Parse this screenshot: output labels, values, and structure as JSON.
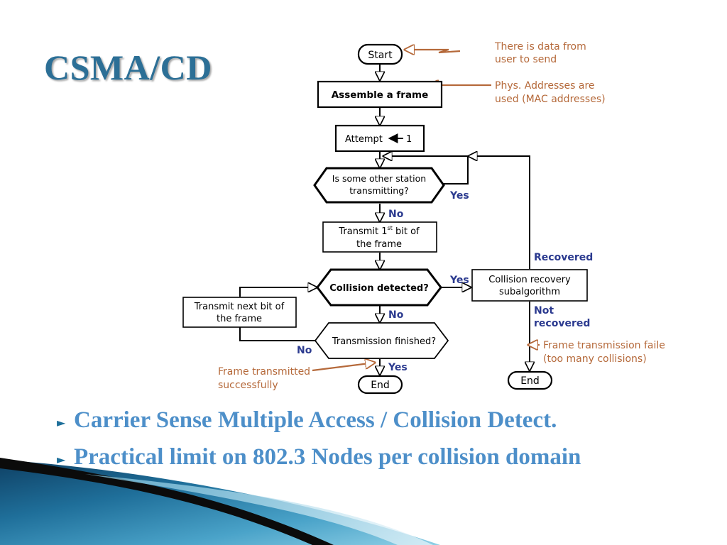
{
  "slide": {
    "title": "CSMA/CD",
    "bullets": [
      "Carrier Sense Multiple Access / Collision Detect.",
      "Practical limit on 802.3 Nodes per collision domain"
    ]
  },
  "diagram": {
    "nodes": {
      "start": "Start",
      "assemble": "Assemble a frame",
      "attempt": "Attempt",
      "attempt_value": "1",
      "carrier_q1": "Is some other station",
      "carrier_q2": "transmitting?",
      "transmit_first_a": "Transmit 1",
      "transmit_first_sup": "st",
      "transmit_first_b": " bit of",
      "transmit_first_c": "the frame",
      "collision_q": "Collision detected?",
      "recovery1": "Collision recovery",
      "recovery2": "subalgorithm",
      "next_bit1": "Transmit next bit of",
      "next_bit2": "the frame",
      "finished_q": "Transmission finished?",
      "end_success": "End",
      "end_fail": "End"
    },
    "edge_labels": {
      "yes_carrier": "Yes",
      "no_carrier": "No",
      "yes_collision": "Yes",
      "no_collision": "No",
      "no_finished": "No",
      "yes_finished": "Yes",
      "recovered": "Recovered",
      "not_recovered1": "Not",
      "not_recovered2": "recovered"
    },
    "annotations": {
      "data_1": "There is data from",
      "data_2": "user to send",
      "phys_1": "Phys. Addresses are",
      "phys_2": "used (MAC addresses)",
      "fail_1": "Frame transmission faile",
      "fail_2": "(too many collisions)",
      "success_1": "Frame transmitted",
      "success_2": "successfully"
    },
    "colors": {
      "annotation": "#b5693a",
      "edge_label": "#2b3a8f",
      "line": "#000000"
    }
  }
}
